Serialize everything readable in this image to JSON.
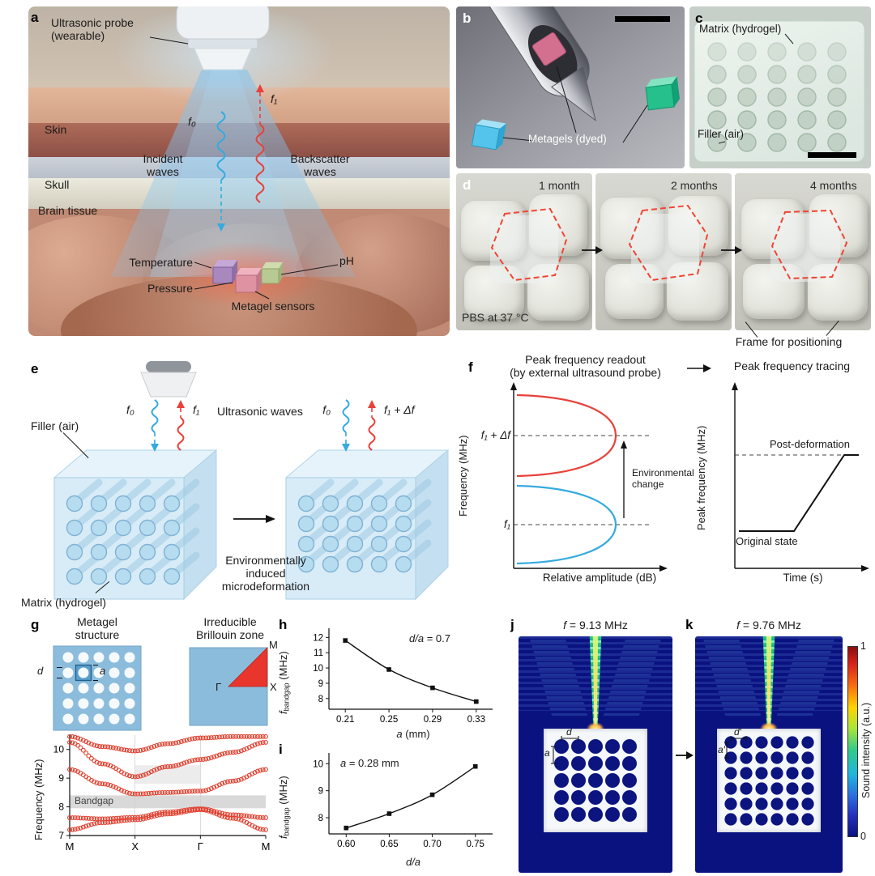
{
  "colors": {
    "wave_incident": "#35aadf",
    "wave_backscatter": "#e8413a",
    "metagel_blue": "#8cbcdc",
    "brillouin_red": "#e8362c",
    "band_marker": "#e0402f",
    "bandgap_fill": "#d9d9d9",
    "field_navy": "#0a1280",
    "outline_red": "#f04434"
  },
  "panel_labels": {
    "a": "a",
    "b": "b",
    "c": "c",
    "d": "d",
    "e": "e",
    "f": "f",
    "g": "g",
    "h": "h",
    "i": "i",
    "j": "j",
    "k": "k"
  },
  "panel_a": {
    "probe": "Ultrasonic probe\n(wearable)",
    "skin": "Skin",
    "skull": "Skull",
    "brain": "Brain tissue",
    "f0": "f₀",
    "f1": "f₁",
    "incident": "Incident\nwaves",
    "backscatter": "Backscatter\nwaves",
    "temperature": "Temperature",
    "pressure": "Pressure",
    "ph": "pH",
    "sensors": "Metagel sensors"
  },
  "panel_b": {
    "caption": "Metagels (dyed)"
  },
  "panel_c": {
    "matrix": "Matrix (hydrogel)",
    "filler": "Filler (air)"
  },
  "panel_d": {
    "months": [
      "1 month",
      "2 months",
      "4 months"
    ],
    "condition": "PBS at 37 °C",
    "frame": "Frame for positioning"
  },
  "panel_e": {
    "f0": "f₀",
    "f1": "f₁",
    "waves": "Ultrasonic waves",
    "filler": "Filler (air)",
    "matrix": "Matrix (hydrogel)",
    "f0_post": "f₀",
    "f1_post": "f₁ + Δf",
    "deformation": "Environmentally\ninduced\nmicrodeformation"
  },
  "panel_f": {
    "title_left": "Peak frequency readout\n(by external ultrasound probe)",
    "title_right": "Peak frequency tracing",
    "f1_shift": "f₁ + Δf",
    "f1": "f₁",
    "env_change": "Environmental\nchange",
    "post": "Post-deformation",
    "orig": "Original state"
  },
  "panel_g": {
    "title_structure": "Metagel\nstructure",
    "title_bz": "Irreducible\nBrillouin zone",
    "d": "d",
    "a": "a",
    "M": "M",
    "Gamma": "Γ",
    "X": "X",
    "bandgap": "Bandgap"
  },
  "panel_j": {
    "f_sym": "f",
    "f_rest": " = 9.13 MHz",
    "d": "d",
    "a": "a",
    "grid": {
      "rows": 5,
      "cols": 5
    }
  },
  "panel_k": {
    "f_sym": "f",
    "f_rest": " = 9.76 MHz",
    "d": "d′",
    "a": "a′",
    "grid": {
      "rows": 6,
      "cols": 6
    }
  },
  "colorbar": {
    "label": "Sound intensity (a.u.)",
    "max": "1",
    "min": "0"
  },
  "axis_labels": {
    "f_sym": "f",
    "f_sub": "bandgap",
    "f_unit": " (MHz)",
    "h_x_it": "a",
    "h_x_rest": " (mm)",
    "i_x": "d/a",
    "h_ann_it": "d/a",
    "h_ann_rest": " = 0.7",
    "i_ann_it": "a",
    "i_ann_rest": " = 0.28 mm"
  },
  "chart_data": [
    {
      "id": "band-structure",
      "type": "scatter",
      "ylabel": "Frequency (MHz)",
      "x_ticks": [
        "M",
        "X",
        "Γ",
        "M"
      ],
      "y_ticks": [
        7,
        8,
        9,
        10
      ],
      "ylim": [
        7,
        10.5
      ],
      "bandgap": [
        7.95,
        8.4
      ],
      "bandgap_label": "Bandgap",
      "secondary_shading": {
        "f": [
          8.8,
          9.45
        ],
        "x": [
          1,
          2
        ]
      },
      "marker_color": "#e0402f",
      "bands": [
        {
          "name": "band-1",
          "y": [
            7.2,
            7.45,
            7.55,
            7.75,
            7.9,
            7.6,
            7.2
          ]
        },
        {
          "name": "band-2",
          "y": [
            7.62,
            7.58,
            7.63,
            7.82,
            7.93,
            7.72,
            7.62
          ]
        },
        {
          "name": "band-3",
          "y": [
            9.3,
            8.8,
            8.45,
            8.5,
            8.55,
            8.9,
            9.3
          ]
        },
        {
          "name": "band-4",
          "y": [
            10.25,
            9.5,
            9.05,
            9.4,
            9.65,
            9.9,
            10.25
          ]
        },
        {
          "name": "band-5",
          "y": [
            10.45,
            10.1,
            9.95,
            10.2,
            10.4,
            10.45,
            10.45
          ]
        }
      ]
    },
    {
      "id": "h",
      "type": "line",
      "x": [
        0.21,
        0.25,
        0.29,
        0.33
      ],
      "values": [
        11.8,
        9.9,
        8.7,
        7.8
      ],
      "x_ticks": [
        "0.21",
        "0.25",
        "0.29",
        "0.33"
      ],
      "y_ticks": [
        8,
        9,
        10,
        11,
        12
      ],
      "xlim": [
        0.195,
        0.345
      ],
      "ylim": [
        7.3,
        12.6
      ],
      "xlabel": "a (mm)",
      "ylabel": "f_bandgap (MHz)",
      "annotation": "d/a = 0.7"
    },
    {
      "id": "i",
      "type": "line",
      "x": [
        0.6,
        0.65,
        0.7,
        0.75
      ],
      "values": [
        7.62,
        8.15,
        8.85,
        9.9
      ],
      "x_ticks": [
        "0.60",
        "0.65",
        "0.70",
        "0.75"
      ],
      "y_ticks": [
        8,
        9,
        10
      ],
      "xlim": [
        0.58,
        0.77
      ],
      "ylim": [
        7.4,
        10.4
      ],
      "xlabel": "d/a",
      "ylabel": "f_bandgap (MHz)",
      "annotation": "a = 0.28 mm"
    },
    {
      "id": "f-readout",
      "type": "line",
      "schematic": true,
      "title": "Peak frequency readout\n(by external ultrasound probe)",
      "xlabel": "Relative amplitude (dB)",
      "ylabel": "Frequency (MHz)",
      "annotations": [
        "f₁ + Δf",
        "f₁",
        "Environmental change"
      ],
      "series": [
        {
          "name": "original resonance peak",
          "color": "#35aadf"
        },
        {
          "name": "post-deformation resonance peak",
          "color": "#e8413a"
        }
      ]
    },
    {
      "id": "f-tracing",
      "type": "line",
      "schematic": true,
      "title": "Peak frequency tracing",
      "xlabel": "Time (s)",
      "ylabel": "Peak frequency (MHz)",
      "annotations": [
        "Post-deformation",
        "Original state"
      ]
    }
  ]
}
